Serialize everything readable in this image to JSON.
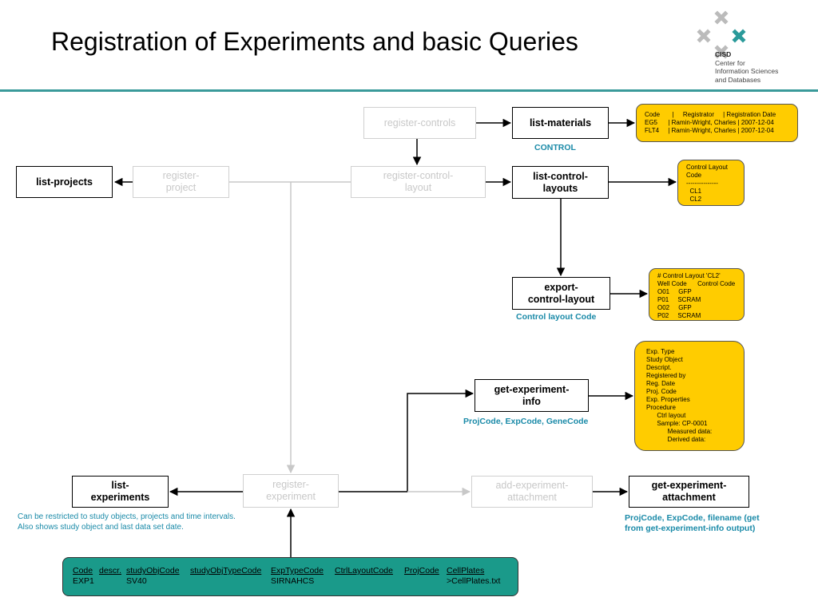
{
  "title": "Registration of Experiments and basic Queries",
  "logo": {
    "acronym": "CISD",
    "lines": [
      "Center for",
      "Information Sciences",
      "and Databases"
    ]
  },
  "nodes": {
    "register_controls": "register-controls",
    "list_materials": "list-materials",
    "register_project": "register-\nproject",
    "list_projects": "list-projects",
    "register_control_layout": "register-control-\nlayout",
    "list_control_layouts": "list-control-\nlayouts",
    "export_control_layout": "export-\ncontrol-layout",
    "get_experiment_info": "get-experiment-\ninfo",
    "list_experiments": "list-\nexperiments",
    "register_experiment": "register-\nexperiment",
    "add_experiment_attachment": "add-experiment-\nattachment",
    "get_experiment_attachment": "get-experiment-\nattachment"
  },
  "labels": {
    "control": "CONTROL",
    "control_layout_code": "Control layout Code",
    "projcode_expcode_genecode": "ProjCode, ExpCode, GeneCode",
    "projcode_filename": "ProjCode, ExpCode, filename (get\nfrom get-experiment-info output)",
    "list_experiments_note": "Can be restricted to study objects, projects and time intervals.\nAlso shows study object and last data set date."
  },
  "notes": {
    "materials": "Code       |     Registrator     | Registration Date\nEG5      | Ramin-Wright, Charles | 2007-12-04\nFLT4     | Ramin-Wright, Charles | 2007-12-04",
    "control_layouts": "Control Layout\nCode\n---------------\n  CL1\n  CL2",
    "export_layout": "# Control Layout 'CL2'\nWell Code      Control Code\nO01     GFP\nP01     SCRAM\nO02     GFP\nP02     SCRAM",
    "experiment_info": "Exp. Type\nStudy Object\nDescript.\nRegistered by\nReg. Date\nProj. Code\nExp. Properties\nProcedure\n      Ctrl layout\n      Sample: CP-0001\n            Measured data:\n            Derived data:"
  },
  "table": {
    "headers": [
      "Code",
      "descr.",
      "studyObjCode",
      "studyObjTypeCode",
      "ExpTypeCode",
      "CtrlLayoutCode",
      "ProjCode",
      "CellPlates"
    ],
    "row": [
      "EXP1",
      "SV40",
      "",
      "",
      "SIRNAHCS",
      "",
      "",
      ">CellPlates.txt"
    ]
  },
  "colors": {
    "accent_teal": "#3a9a9a",
    "note_yellow": "#ffcc00",
    "label_teal": "#1a8aa8",
    "table_fill": "#1a9a8a",
    "inactive_grey": "#c8c8c8"
  }
}
